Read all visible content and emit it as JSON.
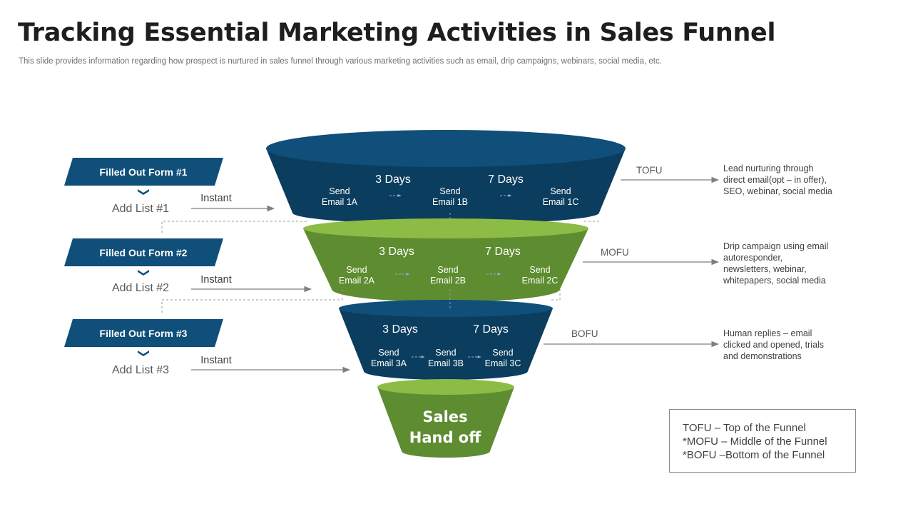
{
  "title": "Tracking Essential Marketing Activities in Sales Funnel",
  "subtitle": "This slide provides information regarding how prospect is nurtured in sales funnel through various marketing activities such as email, drip campaigns, webinars, social media, etc.",
  "colors": {
    "navy": "#0f4f7a",
    "navy_dark": "#0b3d5e",
    "green": "#5e8c31",
    "green_light": "#8cbc45",
    "arrow": "#7f7f7f"
  },
  "stages": [
    {
      "form_label": "Filled Out Form #1",
      "list_label": "Add List #1",
      "trigger": "Instant",
      "wait_first": "3 Days",
      "wait_second": "7 Days",
      "emails": [
        "Send\nEmail 1A",
        "Send\nEmail 1B",
        "Send\nEmail 1C"
      ],
      "stage_code": "TOFU",
      "description": [
        "Lead nurturing through",
        "direct email(opt – in offer),",
        "SEO, webinar,  social media"
      ]
    },
    {
      "form_label": "Filled Out Form #2",
      "list_label": "Add List #2",
      "trigger": "Instant",
      "wait_first": "3 Days",
      "wait_second": "7 Days",
      "emails": [
        "Send\nEmail 2A",
        "Send\nEmail 2B",
        "Send\nEmail 2C"
      ],
      "stage_code": "MOFU",
      "description": [
        "Drip campaign using email",
        "autoresponder,",
        "newsletters, webinar,",
        "whitepapers,  social media"
      ]
    },
    {
      "form_label": "Filled Out Form #3",
      "list_label": "Add List #3",
      "trigger": "Instant",
      "wait_first": "3 Days",
      "wait_second": "7 Days",
      "emails": [
        "Send\nEmail 3A",
        "Send\nEmail 3B",
        "Send\nEmail 3C"
      ],
      "stage_code": "BOFU",
      "description": [
        "Human replies – email",
        "clicked and opened,  trials",
        "and demonstrations"
      ]
    }
  ],
  "handoff": [
    "Sales",
    "Hand off"
  ],
  "legend": [
    "TOFU – Top of the Funnel",
    "*MOFU – Middle of the Funnel",
    "*BOFU –Bottom of the Funnel"
  ]
}
